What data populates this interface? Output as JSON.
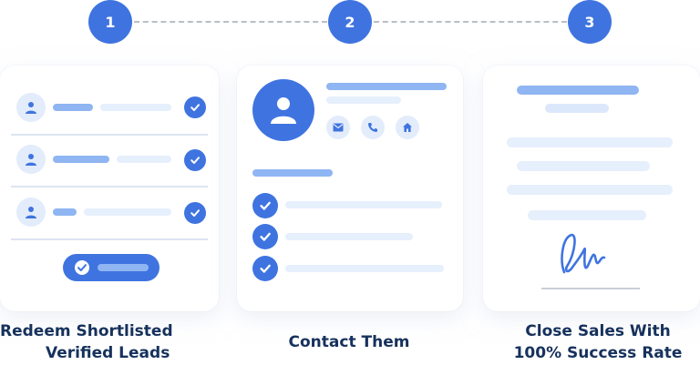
{
  "steps": [
    {
      "number": "1",
      "caption_line1": "Redeem Shortlisted",
      "caption_line2": "Verified Leads"
    },
    {
      "number": "2",
      "caption_line1": "Contact Them",
      "caption_line2": ""
    },
    {
      "number": "3",
      "caption_line1": "Close Sales With",
      "caption_line2": "100% Success Rate"
    }
  ],
  "colors": {
    "accent": "#3f74e0",
    "accent_light": "#8fb5f2",
    "placeholder": "#e6effc",
    "caption_text": "#16315c",
    "connector": "#b9bec8"
  },
  "icons": {
    "lead_avatar": "user-icon",
    "contact_avatar": "user-icon",
    "contact_methods": [
      "mail-icon",
      "phone-icon",
      "home-icon"
    ],
    "status": "check-icon",
    "signature": "signature-icon"
  }
}
